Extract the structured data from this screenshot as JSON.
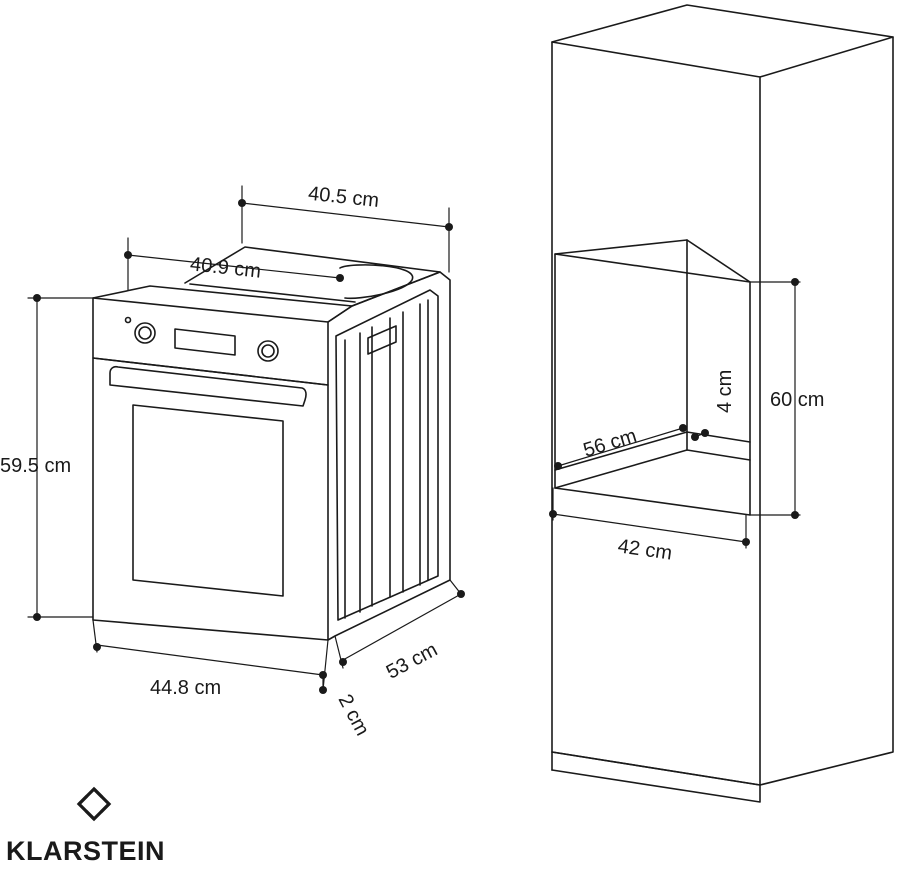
{
  "brand": {
    "name": "KLARSTEIN",
    "logo_icon": "klarstein-logo-icon"
  },
  "oven_dimensions": {
    "top_depth": "40.5 cm",
    "top_width": "40.9 cm",
    "height": "59.5 cm",
    "front_width": "44.8 cm",
    "door_offset": "2 cm",
    "depth": "53 cm"
  },
  "cabinet_dimensions": {
    "niche_height": "60 cm",
    "niche_depth": "56 cm",
    "vent_gap": "4 cm",
    "niche_width": "42 cm"
  },
  "colors": {
    "line": "#1a1a1a",
    "background": "#ffffff"
  }
}
